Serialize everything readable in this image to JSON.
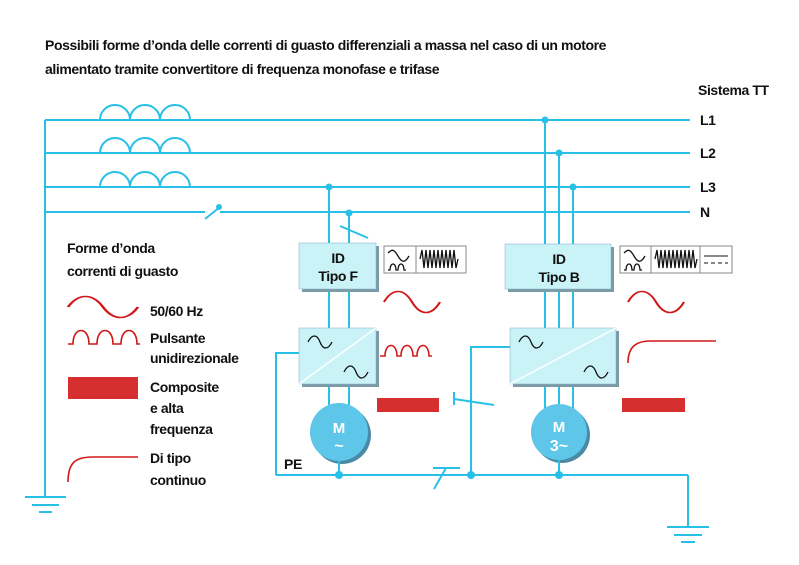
{
  "title": {
    "line1": "Possibili forme d’onda delle correnti di guasto differenziali a massa nel caso di un motore",
    "line2": "alimentato tramite convertitore di frequenza monofase e trifase"
  },
  "system_label": "Sistema TT",
  "conductors": [
    "L1",
    "L2",
    "L3",
    "N"
  ],
  "legend": {
    "heading1": "Forme d’onda",
    "heading2": "correnti di guasto",
    "items": [
      {
        "lines": [
          "50/60 Hz"
        ]
      },
      {
        "lines": [
          "Pulsante",
          "unidirezionale"
        ]
      },
      {
        "lines": [
          "Composite",
          "e alta",
          "frequenza"
        ]
      },
      {
        "lines": [
          "Di tipo",
          "continuo"
        ]
      }
    ]
  },
  "devices": {
    "rcd_f": {
      "line1": "ID",
      "line2": "Tipo F"
    },
    "rcd_b": {
      "line1": "ID",
      "line2": "Tipo B"
    },
    "motor_1": {
      "line1": "M",
      "line2": "~"
    },
    "motor_3": {
      "line1": "M",
      "line2": "3~"
    }
  },
  "pe_label": "PE",
  "colors": {
    "wire": "#29c0e8",
    "box": "#c9f3f6",
    "waveform": "#d01818",
    "motor": "#5ec6e8"
  }
}
